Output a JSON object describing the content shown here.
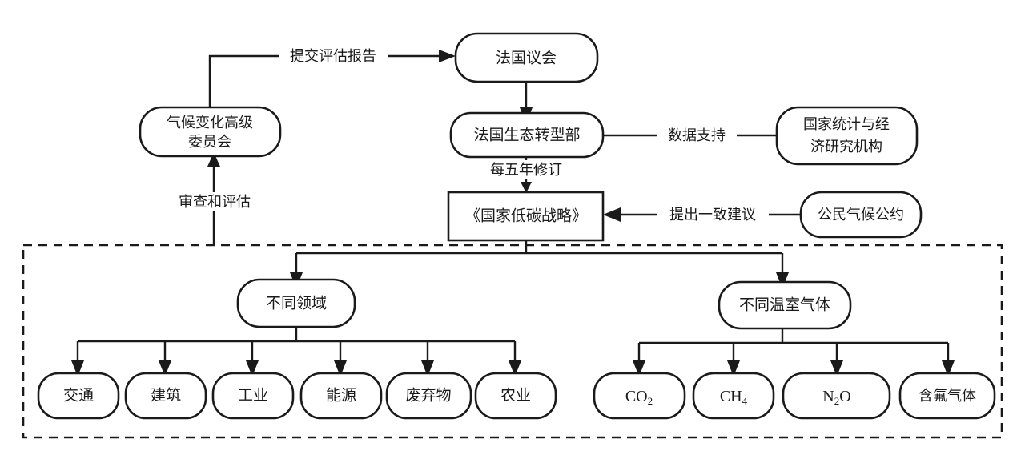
{
  "diagram": {
    "title": "French climate governance flowchart",
    "colors": {
      "stroke": "#1a1a1a",
      "fill": "#ffffff",
      "background": "#ffffff"
    },
    "nodes": {
      "parliament": {
        "label": "法国议会"
      },
      "high_council": {
        "label_line1": "气候变化高级",
        "label_line2": "委员会"
      },
      "ministry": {
        "label": "法国生态转型部"
      },
      "statistics_institute": {
        "label_line1": "国家统计与经",
        "label_line2": "济研究机构"
      },
      "strategy": {
        "label": "《国家低碳战略》"
      },
      "citizens_convention": {
        "label": "公民气候公约"
      },
      "sectors": {
        "label": "不同领域"
      },
      "gases": {
        "label": "不同温室气体"
      }
    },
    "edge_labels": {
      "submit_report": "提交评估报告",
      "review_evaluate": "审查和评估",
      "data_support": "数据支持",
      "revise_every_five_years": "每五年修订",
      "consensus_proposal": "提出一致建议"
    },
    "sectors": [
      {
        "label": "交通"
      },
      {
        "label": "建筑"
      },
      {
        "label": "工业"
      },
      {
        "label": "能源"
      },
      {
        "label": "废弃物"
      },
      {
        "label": "农业"
      }
    ],
    "gases": [
      {
        "base": "CO",
        "sub": "2",
        "tail": ""
      },
      {
        "base": "CH",
        "sub": "4",
        "tail": ""
      },
      {
        "base": "N",
        "sub": "2",
        "tail": "O"
      },
      {
        "base": "含氟气体",
        "sub": "",
        "tail": ""
      }
    ]
  }
}
